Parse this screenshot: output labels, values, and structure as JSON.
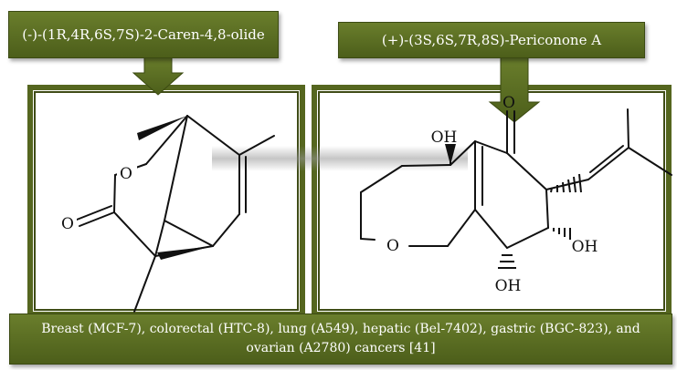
{
  "titles": {
    "left": "(-)-(1R,4R,6S,7S)-2-Caren-4,8-olide",
    "right": "(+)-(3S,6S,7R,8S)-Periconone A"
  },
  "atom_labels": {
    "left_ring_oxygen": "O",
    "left_carbonyl_oxygen": "O",
    "right_hydroxyl_top": "OH",
    "right_carbonyl_oxygen": "O",
    "right_ring_oxygen": "O",
    "right_hydroxyl_right": "OH",
    "right_hydroxyl_bottom": "OH"
  },
  "caption": "Breast (MCF-7), colorectal (HTC-8), lung (A549), hepatic (Bel-7402), gastric (BGC-823), and ovarian (A2780) cancers [41]",
  "colors": {
    "frame_green": "#55661f",
    "box_green": "#5a6e22",
    "text_white": "#ffffff"
  }
}
